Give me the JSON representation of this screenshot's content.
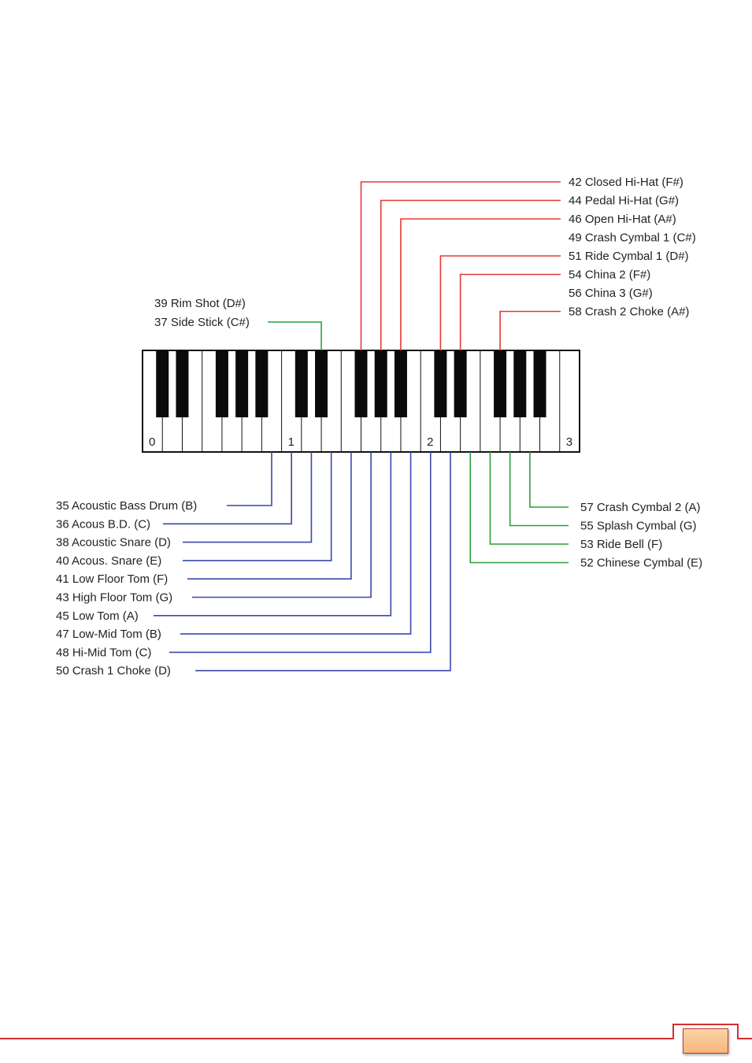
{
  "colors": {
    "red": "#e53935",
    "green": "#2e9e3e",
    "blue": "#3949ab",
    "footer": "#d32f2f"
  },
  "octave_labels": [
    "0",
    "1",
    "2",
    "3"
  ],
  "top_labels": [
    {
      "text": "42 Closed Hi-Hat (F#)",
      "key": 11
    },
    {
      "text": "44 Pedal Hi-Hat (G#)",
      "key": 12
    },
    {
      "text": "46 Open Hi-Hat (A#)",
      "key": 13
    },
    {
      "text": "49 Crash Cymbal 1 (C#)",
      "key": 14
    },
    {
      "text": "51 Ride Cymbal 1 (D#)",
      "key": 15
    },
    {
      "text": "54 China 2 (F#)",
      "key": 16
    },
    {
      "text": "56 China 3 (G#)",
      "key": 17
    },
    {
      "text": "58 Crash 2 Choke (A#)",
      "key": 18
    }
  ],
  "left_top_labels": [
    {
      "text": "39 Rim Shot   (D#)",
      "key": 10
    },
    {
      "text": "37 Side Stick (C#)",
      "key": 9
    }
  ],
  "left_bottom_labels": [
    {
      "text": "35 Acoustic Bass Drum   (B)",
      "key": 6
    },
    {
      "text": "36 Acous B.D. (C)",
      "key": 7
    },
    {
      "text": "38 Acoustic Snare (D)",
      "key": 8
    },
    {
      "text": "40 Acous. Snare  (E)",
      "key": 9
    },
    {
      "text": "41 Low Floor Tom (F)",
      "key": 10
    },
    {
      "text": "43 High Floor Tom (G)",
      "key": 11
    },
    {
      "text": "45 Low Tom (A)",
      "key": 12
    },
    {
      "text": "47 Low-Mid Tom (B)",
      "key": 13
    },
    {
      "text": "48 Hi-Mid Tom (C)",
      "key": 14
    },
    {
      "text": "50 Crash 1 Choke    (D)",
      "key": 15
    }
  ],
  "right_bottom_labels": [
    {
      "text": "57 Crash Cymbal 2 (A)",
      "key": 19
    },
    {
      "text": "55 Splash Cymbal (G)",
      "key": 18
    },
    {
      "text": "53 Ride Bell (F)",
      "key": 17
    },
    {
      "text": "52 Chinese Cymbal (E)",
      "key": 16
    }
  ]
}
